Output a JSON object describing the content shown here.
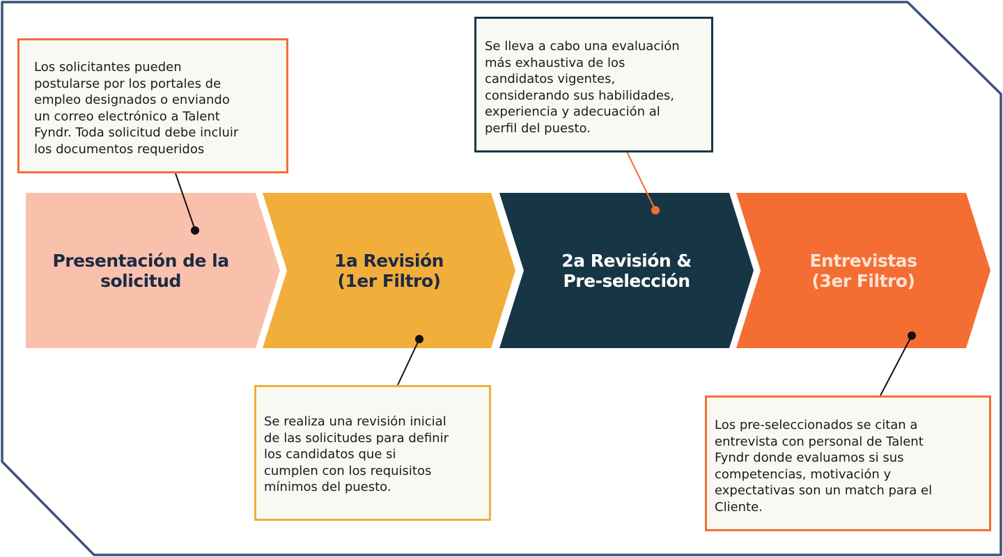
{
  "colors": {
    "frame": "#3b5478",
    "note_bg": "#f9f9f4",
    "stage1": "#f9c1ac",
    "stage2": "#f2ae3a",
    "stage3": "#173645",
    "stage4": "#f46d33",
    "dark_text": "#1c2a44"
  },
  "stages": [
    {
      "line1": "Presentación de la",
      "line2": "solicitud"
    },
    {
      "line1": "1a Revisión",
      "line2": "(1er Filtro)"
    },
    {
      "line1": "2a Revisión &",
      "line2": "Pre-selección"
    },
    {
      "line1": "Entrevistas",
      "line2": "(3er Filtro)"
    }
  ],
  "notes": [
    {
      "text": "Los solicitantes pueden\npostularse por los portales de\nempleo designados o enviando\nun correo electrónico a Talent\nFyndr. Toda solicitud debe incluir\nlos documentos requeridos"
    },
    {
      "text": "Se realiza una revisión inicial\nde las solicitudes para definir\nlos candidatos que si\ncumplen con los requisitos\nmínimos del puesto."
    },
    {
      "text": "Se lleva a cabo una evaluación\nmás exhaustiva de los\ncandidatos vigentes,\nconsiderando sus habilidades,\nexperiencia y adecuación al\nperfil del puesto."
    },
    {
      "text": "Los pre-seleccionados se citan a\nentrevista con personal de Talent\nFyndr donde evaluamos si sus\ncompetencias, motivación y\nexpectativas son un match para el\nCliente."
    }
  ]
}
